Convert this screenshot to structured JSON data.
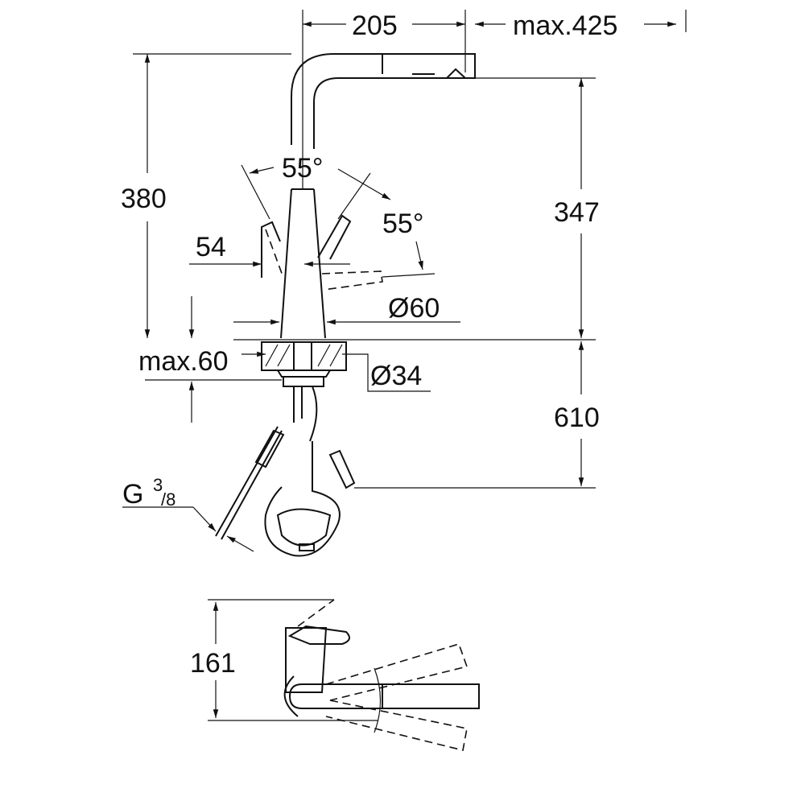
{
  "drawing": {
    "dims": {
      "spout_reach": "205",
      "max_reach": "max.425",
      "total_height": "380",
      "spout_height": "347",
      "lever_angle_top": "55°",
      "lever_angle_side": "55°",
      "lever_offset": "54",
      "base_diameter": "Ø60",
      "max_counter_thickness": "max.60",
      "hole_diameter": "Ø34",
      "hose_length": "610",
      "connection_thread": "G",
      "thread_num": "3",
      "thread_den": "/8",
      "top_view_height": "161"
    }
  }
}
